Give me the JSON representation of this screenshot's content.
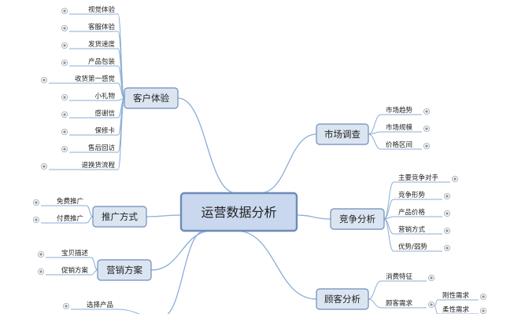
{
  "central": "运营数据分析",
  "branches": {
    "customer_experience": {
      "label": "客户体验",
      "items": [
        "视觉体验",
        "客服体验",
        "发货速度",
        "产品包装",
        "收货第一感觉",
        "小礼物",
        "感谢信",
        "保修卡",
        "售后回访",
        "退换货流程"
      ]
    },
    "market_research": {
      "label": "市场调查",
      "items": [
        "市场趋势",
        "市场规模",
        "价格区间"
      ]
    },
    "competition": {
      "label": "竞争分析",
      "items": [
        "主要竞争对手",
        "竞争形势",
        "产品价格",
        "营销方式",
        "优势/弱势"
      ]
    },
    "customer_analysis": {
      "label": "顾客分析",
      "items": [
        "消费特征",
        "顾客需求"
      ],
      "sub_items": [
        "刚性需求",
        "柔性需求"
      ]
    },
    "promotion": {
      "label": "推广方式",
      "items": [
        "免费推广",
        "付费推广"
      ]
    },
    "marketing": {
      "label": "营销方案",
      "items": [
        "宝贝描述",
        "促销方案"
      ]
    },
    "product": {
      "items": [
        "选择产品"
      ]
    }
  },
  "colors": {
    "box_fill": "#dbe5f1",
    "box_border": "#6d8cb7",
    "central_fill": "#c9d8ee",
    "line": "#8aaed6"
  }
}
